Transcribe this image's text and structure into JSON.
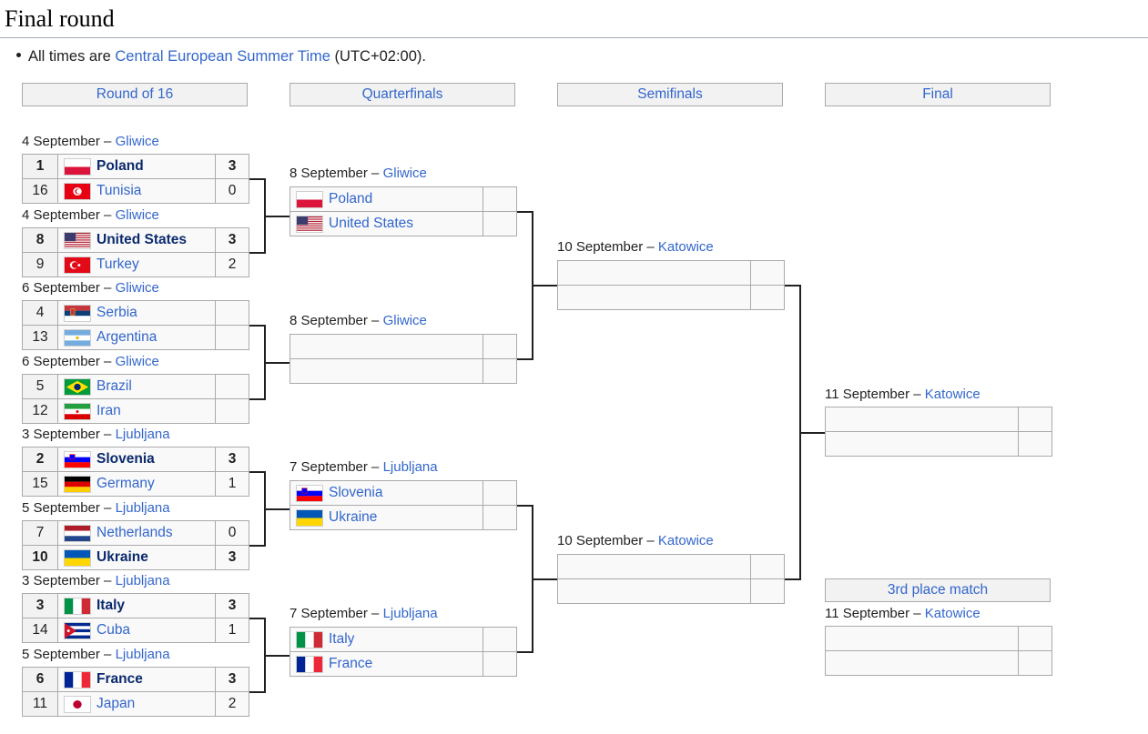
{
  "page": {
    "title": "Final round",
    "note_prefix": "All times are ",
    "note_link": "Central European Summer Time",
    "note_suffix": " (UTC+02:00)."
  },
  "rounds": [
    "Round of 16",
    "Quarterfinals",
    "Semifinals",
    "Final"
  ],
  "third_place_header": "3rd place match",
  "colors": {
    "link": "#3366cc",
    "header_bg": "#f2f2f2",
    "cell_bg": "#f9f9f9",
    "border": "#aaaaaa"
  },
  "round_of_16": [
    {
      "date": "4 September",
      "venue": "Gliwice",
      "teams": [
        {
          "seed": "1",
          "name": "Poland",
          "flag": "poland",
          "score": "3",
          "winner": true
        },
        {
          "seed": "16",
          "name": "Tunisia",
          "flag": "tunisia",
          "score": "0",
          "winner": false
        }
      ]
    },
    {
      "date": "4 September",
      "venue": "Gliwice",
      "teams": [
        {
          "seed": "8",
          "name": "United States",
          "flag": "usa",
          "score": "3",
          "winner": true
        },
        {
          "seed": "9",
          "name": "Turkey",
          "flag": "turkey",
          "score": "2",
          "winner": false
        }
      ]
    },
    {
      "date": "6 September",
      "venue": "Gliwice",
      "teams": [
        {
          "seed": "4",
          "name": "Serbia",
          "flag": "serbia",
          "score": "",
          "winner": false
        },
        {
          "seed": "13",
          "name": "Argentina",
          "flag": "argentina",
          "score": "",
          "winner": false
        }
      ]
    },
    {
      "date": "6 September",
      "venue": "Gliwice",
      "teams": [
        {
          "seed": "5",
          "name": "Brazil",
          "flag": "brazil",
          "score": "",
          "winner": false
        },
        {
          "seed": "12",
          "name": "Iran",
          "flag": "iran",
          "score": "",
          "winner": false
        }
      ]
    },
    {
      "date": "3 September",
      "venue": "Ljubljana",
      "teams": [
        {
          "seed": "2",
          "name": "Slovenia",
          "flag": "slovenia",
          "score": "3",
          "winner": true
        },
        {
          "seed": "15",
          "name": "Germany",
          "flag": "germany",
          "score": "1",
          "winner": false
        }
      ]
    },
    {
      "date": "5 September",
      "venue": "Ljubljana",
      "teams": [
        {
          "seed": "7",
          "name": "Netherlands",
          "flag": "netherlands",
          "score": "0",
          "winner": false
        },
        {
          "seed": "10",
          "name": "Ukraine",
          "flag": "ukraine",
          "score": "3",
          "winner": true
        }
      ]
    },
    {
      "date": "3 September",
      "venue": "Ljubljana",
      "teams": [
        {
          "seed": "3",
          "name": "Italy",
          "flag": "italy",
          "score": "3",
          "winner": true
        },
        {
          "seed": "14",
          "name": "Cuba",
          "flag": "cuba",
          "score": "1",
          "winner": false
        }
      ]
    },
    {
      "date": "5 September",
      "venue": "Ljubljana",
      "teams": [
        {
          "seed": "6",
          "name": "France",
          "flag": "france",
          "score": "3",
          "winner": true
        },
        {
          "seed": "11",
          "name": "Japan",
          "flag": "japan",
          "score": "2",
          "winner": false
        }
      ]
    }
  ],
  "quarterfinals": [
    {
      "date": "8 September",
      "venue": "Gliwice",
      "teams": [
        {
          "name": "Poland",
          "flag": "poland",
          "score": ""
        },
        {
          "name": "United States",
          "flag": "usa",
          "score": ""
        }
      ]
    },
    {
      "date": "8 September",
      "venue": "Gliwice",
      "teams": [
        {
          "name": "",
          "flag": "",
          "score": ""
        },
        {
          "name": "",
          "flag": "",
          "score": ""
        }
      ]
    },
    {
      "date": "7 September",
      "venue": "Ljubljana",
      "teams": [
        {
          "name": "Slovenia",
          "flag": "slovenia",
          "score": ""
        },
        {
          "name": "Ukraine",
          "flag": "ukraine",
          "score": ""
        }
      ]
    },
    {
      "date": "7 September",
      "venue": "Ljubljana",
      "teams": [
        {
          "name": "Italy",
          "flag": "italy",
          "score": ""
        },
        {
          "name": "France",
          "flag": "france",
          "score": ""
        }
      ]
    }
  ],
  "semifinals": [
    {
      "date": "10 September",
      "venue": "Katowice",
      "teams": [
        {
          "name": "",
          "score": ""
        },
        {
          "name": "",
          "score": ""
        }
      ]
    },
    {
      "date": "10 September",
      "venue": "Katowice",
      "teams": [
        {
          "name": "",
          "score": ""
        },
        {
          "name": "",
          "score": ""
        }
      ]
    }
  ],
  "final": {
    "date": "11 September",
    "venue": "Katowice",
    "teams": [
      {
        "name": "",
        "score": ""
      },
      {
        "name": "",
        "score": ""
      }
    ]
  },
  "third_place": {
    "date": "11 September",
    "venue": "Katowice",
    "teams": [
      {
        "name": "",
        "score": ""
      },
      {
        "name": "",
        "score": ""
      }
    ]
  }
}
